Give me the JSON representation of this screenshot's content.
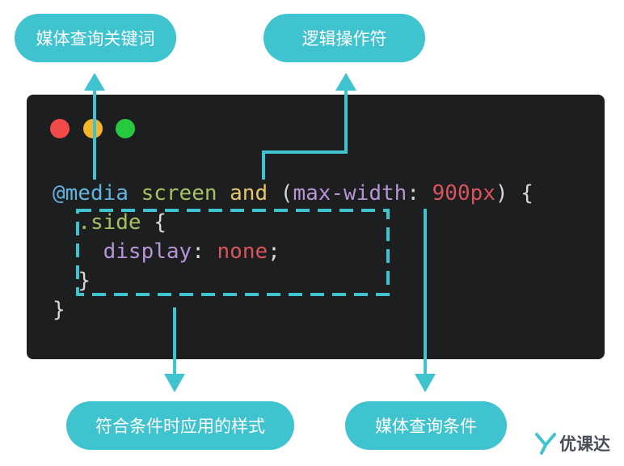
{
  "labels": {
    "media_keyword": "媒体查询关键词",
    "logic_operator": "逻辑操作符",
    "matched_styles": "符合条件时应用的样式",
    "media_condition": "媒体查询条件"
  },
  "code": {
    "at_media": "@media",
    "screen": "screen",
    "and": "and",
    "paren_open": "(",
    "prop_max_width": "max-width",
    "colon": ":",
    "value_900px": "900px",
    "paren_close_brace": ") {",
    "selector": ".side",
    "open_brace": "{",
    "prop_display": "display",
    "value_none": "none",
    "semicolon": ";",
    "inner_close": "}",
    "outer_close": "}"
  },
  "logo": {
    "mark": "Y",
    "text": "优课达"
  },
  "colors": {
    "accent": "#3fc3cf",
    "panel_bg": "#1d1e20",
    "dot_red": "#f24a4a",
    "dot_yellow": "#f3b52c",
    "dot_green": "#27c93f"
  }
}
